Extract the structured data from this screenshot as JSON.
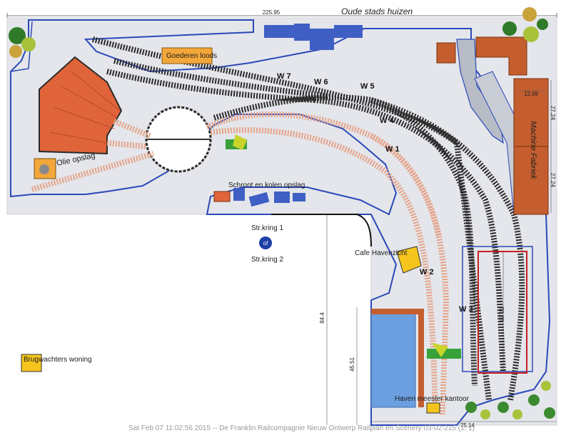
{
  "title": "Oude stads huizen",
  "labels": {
    "goederen": "Goederen loods",
    "olie": "Olie opslag",
    "schroot": "Schroot en kolen opslag",
    "machine": "Machine Fabriek",
    "cafe": "Cafe Havenzicht",
    "haven": "Haven meester kantoor",
    "brug": "Brugwachters woning",
    "kring1": "Str.kring 1",
    "kring2": "Str.kring 2",
    "of": "of"
  },
  "switches": [
    "W 7",
    "W 6",
    "W 5",
    "W 4",
    "W 1",
    "W 2",
    "W 3"
  ],
  "dimensions": {
    "top_width": "225.95",
    "fabriek_width": "12.69",
    "fabriek_h1": "27.24",
    "fabriek_h2": "27.24",
    "left_height": "84.4",
    "inner_height": "45.51",
    "pit_length": "50.28",
    "bottom_width": "75.14"
  },
  "footer": "Sat Feb 07 11:02:56 2015 -- De Franklin Railcompagnie Nieuw Ontwerp Railplan en Scenery   03-02-215 (1, 1)",
  "colors": {
    "board": "#e3e5ea",
    "outline": "#2b49b8",
    "track_dark": "#2a2a2a",
    "track_light": "#e6a48a",
    "roof_orange": "#e0643a",
    "building_brown": "#c45e2e",
    "water": "#6b9fe0",
    "yellow": "#f5c51e"
  }
}
